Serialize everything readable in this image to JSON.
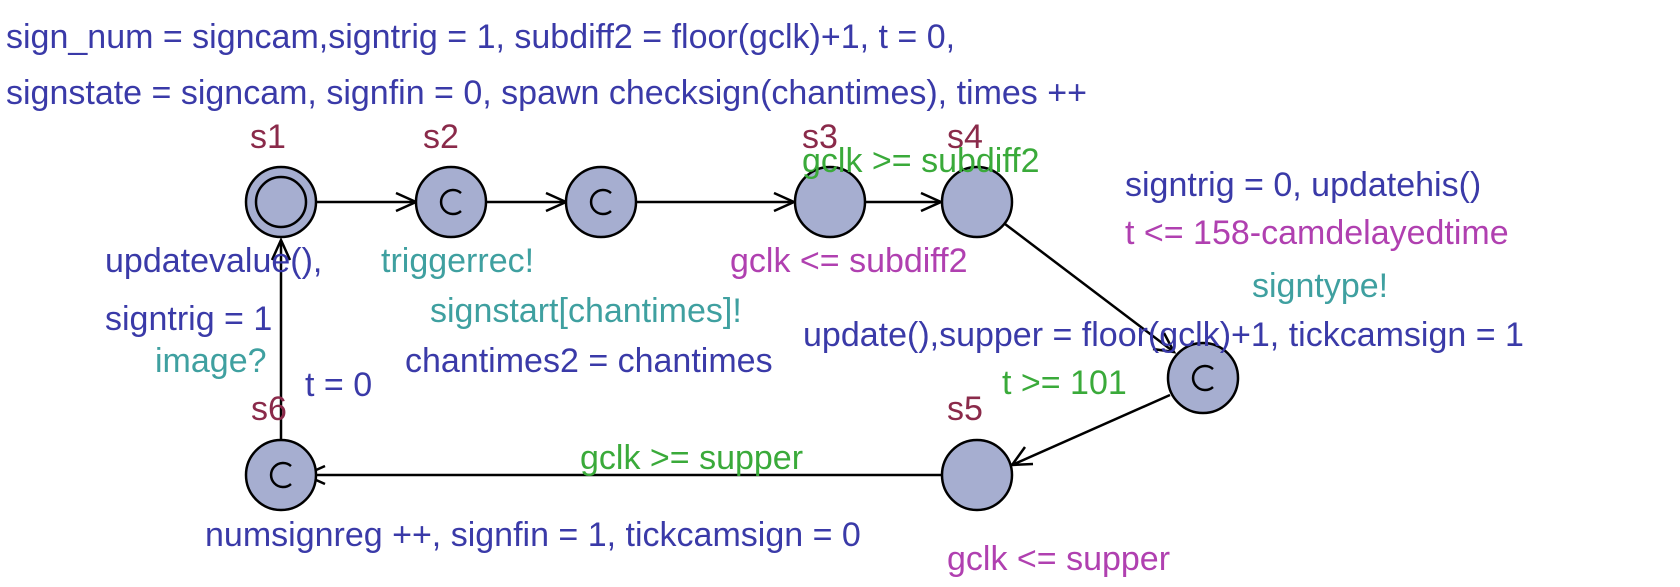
{
  "colors": {
    "update": "#3a3aa8",
    "sync": "#3fa0a0",
    "guard": "#3aaa3a",
    "invariant": "#b040b0",
    "name": "#8a2a4a",
    "state_fill": "#a6aed0"
  },
  "header": {
    "line1": "sign_num = signcam,signtrig = 1, subdiff2 = floor(gclk)+1, t = 0,",
    "line2": "signstate = signcam, signfin = 0, spawn checksign(chantimes), times ++"
  },
  "states": {
    "s1": {
      "name": "s1"
    },
    "s2": {
      "name": "s2"
    },
    "s3": {
      "name": "s3"
    },
    "s4": {
      "name": "s4"
    },
    "s5": {
      "name": "s5"
    },
    "s6": {
      "name": "s6"
    }
  },
  "labels": {
    "guard_s3_s4": "gclk >= subdiff2",
    "inv_s3": "gclk <= subdiff2",
    "update_s1_s2": "updatevalue(),",
    "sync_s1_s2": "triggerrec!",
    "update_s4_out": "signtrig = 0, updatehis()",
    "inv_s4": "t <= 158-camdelayedtime",
    "sync_s4_out": "signtype!",
    "sync_c2": "signstart[chantimes]!",
    "update_c2": "chantimes2 = chantimes",
    "update_c3_s5": "update(),supper = floor(gclk)+1, tickcamsign = 1",
    "guard_c3_s5": "t >= 101",
    "update_s6_s1": "signtrig = 1",
    "sync_s6_s1": "image?",
    "update_s6_reset": "t = 0",
    "guard_s5_s6": "gclk >= supper",
    "update_s5_s6": "numsignreg ++, signfin = 1, tickcamsign = 0",
    "inv_s5": "gclk <= supper"
  }
}
